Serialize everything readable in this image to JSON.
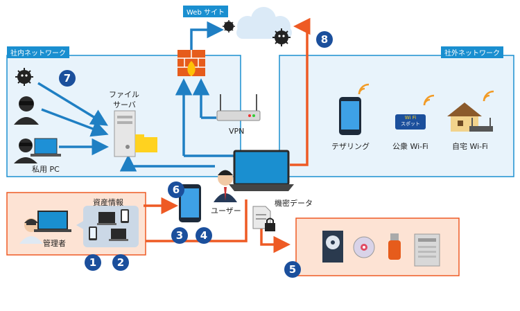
{
  "web_label": "Web サイト",
  "internal_network": {
    "title": "社内ネットワーク",
    "file_server": [
      "ファイル",
      "サーバ"
    ],
    "vpn": "VPN",
    "private_pc": "私用 PC"
  },
  "external_network": {
    "title": "社外ネットワーク",
    "items": [
      "テザリング",
      "公衆 Wi-Fi",
      "自宅 Wi-Fi"
    ],
    "wifi_badge": [
      "Wi Fi",
      "スポット"
    ]
  },
  "admin_box": {
    "asset_info": "資産情報",
    "admin": "管理者"
  },
  "user": "ユーザー",
  "confidential_data": "機密データ",
  "numbers": [
    "1",
    "2",
    "3",
    "4",
    "5",
    "6",
    "7",
    "8"
  ],
  "colors": {
    "internal_border": "#1a8fd0",
    "internal_fill": "#e8f3fb",
    "admin_border": "#ee5a24",
    "admin_fill": "#fde3d4",
    "blue_arrow": "#1f7fc3",
    "orange_arrow": "#ee5a24",
    "number_badge": "#1b4f9c"
  }
}
